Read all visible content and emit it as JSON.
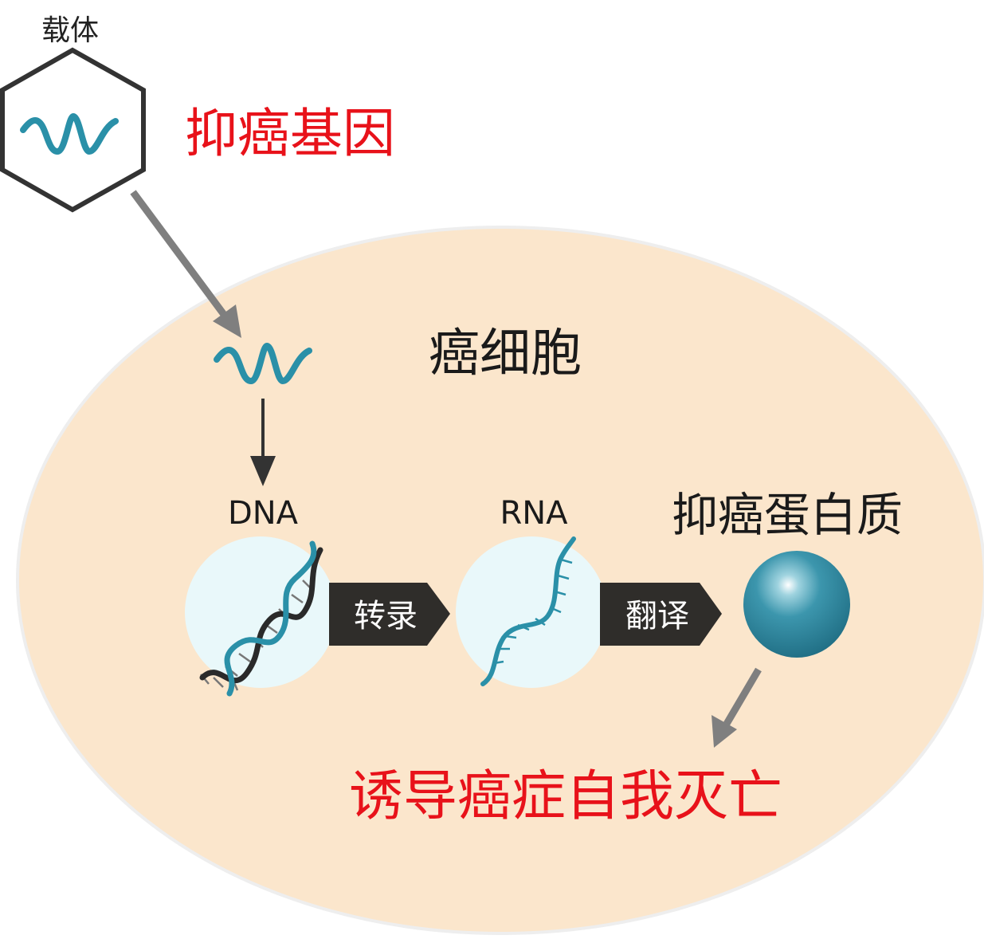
{
  "labels": {
    "vector": "载体",
    "tumor_suppressor_gene": "抑癌基因",
    "cancer_cell": "癌细胞",
    "dna": "DNA",
    "rna": "RNA",
    "tumor_suppressor_protein": "抑癌蛋白质",
    "transcription": "转录",
    "translation": "翻译",
    "induce_apoptosis": "诱导癌症自我灭亡"
  },
  "colors": {
    "cell_fill": "#fbe6cc",
    "cell_stroke": "#eeeeee",
    "gene_wave": "#2a90a8",
    "highlight_red": "#e8121a",
    "arrow_gray": "#7f7f7f",
    "arrow_dark": "#333333",
    "step_arrow": "#2f2d2a",
    "nucleus_circle": "#e9f8fa",
    "dna_dark": "#2a2a2a",
    "protein_sphere": "#2a7f95"
  },
  "icons": {
    "vector": "hexagon-vector-icon",
    "gene": "wave-gene-icon",
    "dna": "dna-double-helix-icon",
    "rna": "rna-single-strand-icon",
    "protein": "protein-sphere-icon"
  }
}
